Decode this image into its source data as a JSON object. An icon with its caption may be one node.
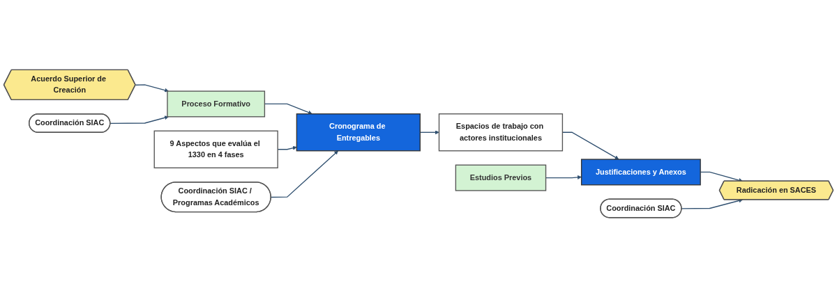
{
  "diagram": {
    "nodes": [
      {
        "text": [
          "Acuerdo Superior de Creación"
        ]
      },
      {
        "text": [
          "Proceso Formativo"
        ]
      },
      {
        "text": [
          "9 Aspectos que evalúa el 1330 en 4 fases"
        ]
      },
      {
        "text": [
          "Cronograma de Entregables"
        ]
      },
      {
        "text": [
          "Espacios de trabajo con actores institucionales"
        ]
      },
      {
        "text": [
          "Estudios Previos"
        ]
      },
      {
        "text": [
          "Justificaciones y Anexos"
        ]
      },
      {
        "text": [
          "Radicación en SACES"
        ]
      },
      {
        "text": [
          "Coordinación SIAC"
        ]
      },
      {
        "text": [
          "Coordinación SIAC / Programas Académicos"
        ]
      },
      {
        "text": [
          "Coordinación SIAC"
        ]
      }
    ],
    "edges": [
      {
        "from": 0,
        "to": 1,
        "arrow": "to"
      },
      {
        "from": 1,
        "to": 3,
        "arrow": "to"
      },
      {
        "from": 2,
        "to": 3,
        "arrow": "to"
      },
      {
        "from": 3,
        "to": 4,
        "arrow": "to"
      },
      {
        "from": 4,
        "to": 6,
        "arrow": "to"
      },
      {
        "from": 5,
        "to": 6,
        "arrow": "to"
      },
      {
        "from": 6,
        "to": 7,
        "arrow": "to"
      },
      {
        "from": 8,
        "to": 1,
        "arrow": "to"
      },
      {
        "from": 9,
        "to": 3,
        "arrow": "to"
      },
      {
        "from": 10,
        "to": 7,
        "arrow": "to"
      }
    ]
  }
}
